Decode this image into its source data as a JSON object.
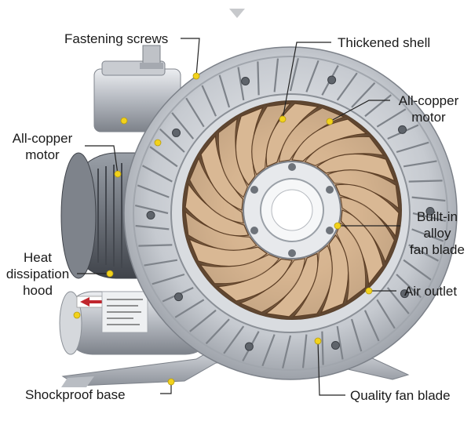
{
  "labels": {
    "fastening_screws": "Fastening screws",
    "thickened_shell": "Thickened shell",
    "all_copper_motor_right": "All-copper\nmotor",
    "all_copper_motor_left": "All-copper\nmotor",
    "built_in_alloy_fan_blade": "Built-in\nalloy\nfan blade",
    "heat_dissipation_hood": "Heat\ndissipation\nhood",
    "air_outlet": "Air outlet",
    "shockproof_base": "Shockproof base",
    "quality_fan_blade": "Quality fan blade"
  },
  "colors": {
    "callout_dot": "#f2d21b",
    "leader_line": "#222222",
    "metal_light": "#e4e6ea",
    "metal_mid": "#a9adb5",
    "metal_dark": "#5d626b",
    "impeller": "#c9a27c",
    "impeller_dark": "#6b4a2e",
    "motor_body": "#7b8087"
  }
}
